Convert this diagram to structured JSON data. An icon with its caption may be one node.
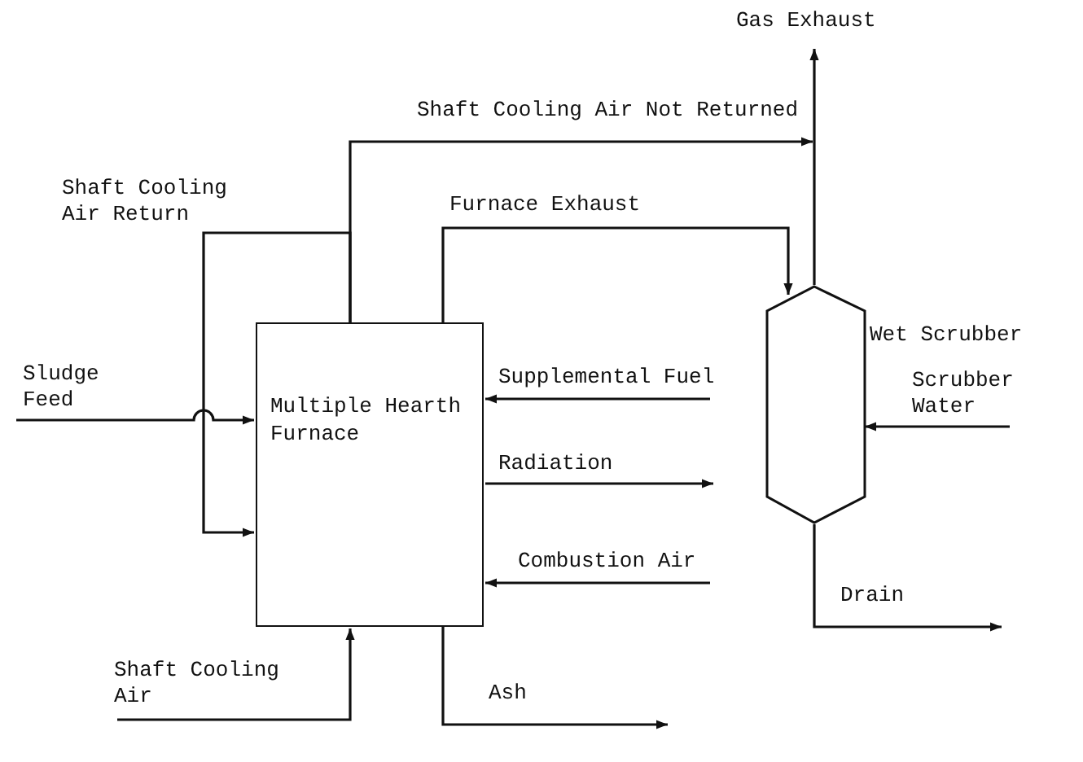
{
  "diagram": {
    "nodes": [
      {
        "text": [
          "Multiple Hearth Furnace"
        ]
      },
      {
        "text": [
          "Wet Scrubber"
        ]
      }
    ],
    "edges": [
      {
        "from": null,
        "to": 0,
        "arrow": "to",
        "label": "Sludge Feed"
      },
      {
        "from": null,
        "to": 0,
        "arrow": "to",
        "label": "Shaft Cooling Air"
      },
      {
        "from": 0,
        "to": 0,
        "arrow": "to",
        "label": "Shaft Cooling Air Return"
      },
      {
        "from": 0,
        "to": null,
        "arrow": "to",
        "label": "Shaft Cooling Air Not Returned"
      },
      {
        "from": 0,
        "to": 1,
        "arrow": "to",
        "label": "Furnace Exhaust"
      },
      {
        "from": null,
        "to": 0,
        "arrow": "to",
        "label": "Supplemental Fuel"
      },
      {
        "from": 0,
        "to": null,
        "arrow": "to",
        "label": "Radiation"
      },
      {
        "from": null,
        "to": 0,
        "arrow": "to",
        "label": "Combustion Air"
      },
      {
        "from": 0,
        "to": null,
        "arrow": "to",
        "label": "Ash"
      },
      {
        "from": 1,
        "to": null,
        "arrow": "to",
        "label": "Gas Exhaust"
      },
      {
        "from": null,
        "to": 1,
        "arrow": "to",
        "label": "Scrubber Water"
      },
      {
        "from": 1,
        "to": null,
        "arrow": "to",
        "label": "Drain"
      }
    ]
  }
}
